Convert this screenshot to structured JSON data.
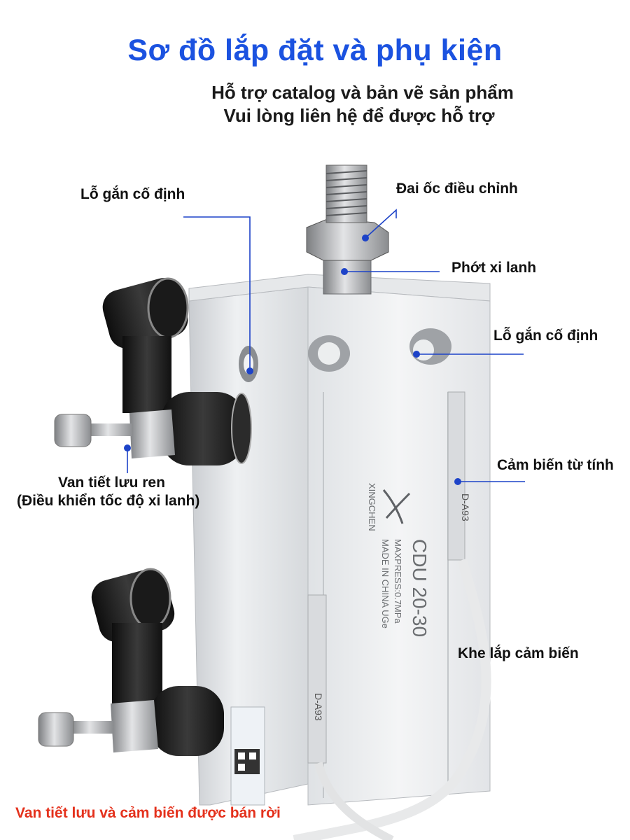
{
  "title": "Sơ đồ lắp đặt và phụ kiện",
  "subtitle_lines": [
    "Hỗ trợ catalog và bản vẽ sản phẩm",
    "Vui lòng liên hệ để được hỗ trợ"
  ],
  "labels": {
    "mount_hole_left": "Lỗ gắn cố định",
    "adjust_nut": "Đai ốc điều chỉnh",
    "cylinder_seal": "Phớt xi lanh",
    "mount_hole_right": "Lỗ gắn cố định",
    "magnetic_sensor": "Cảm biến từ tính",
    "throttle_valve_line1": "Van tiết lưu ren",
    "throttle_valve_line2": "(Điều khiển tốc độ xi lanh)",
    "sensor_slot": "Khe lắp cảm biến"
  },
  "product_text": {
    "brand": "XINGCHEN",
    "model": "CDU 20-30",
    "pressure": "MAXPRESS:0.7MPa",
    "origin": "MADE IN CHINA   UGe",
    "sensor_model": "D-A93"
  },
  "footer": "Van tiết lưu và cảm biến được bán rời",
  "colors": {
    "title": "#1b52e0",
    "leader_line": "#1d43c8",
    "footer": "#e4311c"
  }
}
